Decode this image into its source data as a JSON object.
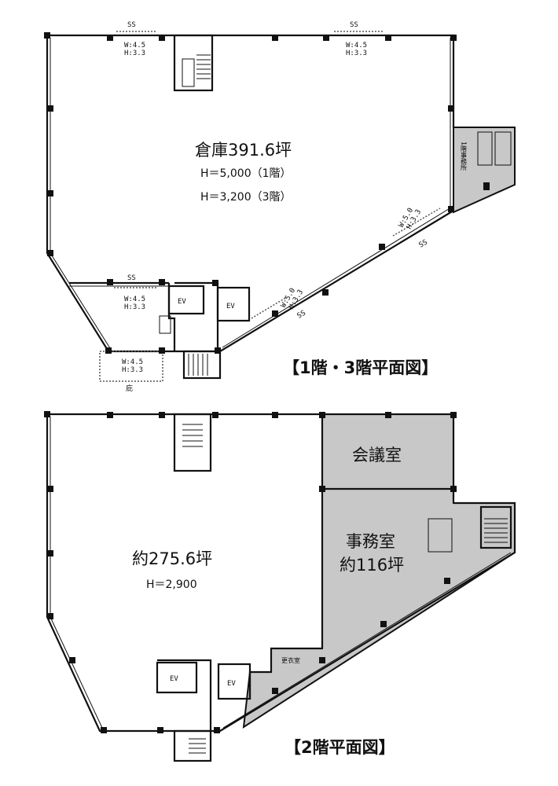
{
  "plan_1f_3f": {
    "title": "【1階・3階平面図】",
    "room_label": "倉庫391.6坪",
    "height_1f": "H＝5,000（1階）",
    "height_3f": "H＝3,200（3階）",
    "office_label": "1階事務所",
    "ev_label": "EV",
    "ss_label": "SS",
    "door_w45": "W:4.5",
    "door_w50": "W:5.0",
    "door_h33": "H:3.3",
    "canopy_label": "庇"
  },
  "plan_2f": {
    "title": "【2階平面図】",
    "room_label": "約275.6坪",
    "height": "H＝2,900",
    "meeting_room": "会議室",
    "office_label": "事務室",
    "office_area": "約116坪",
    "locker_room": "更衣室",
    "ev_label": "EV"
  }
}
